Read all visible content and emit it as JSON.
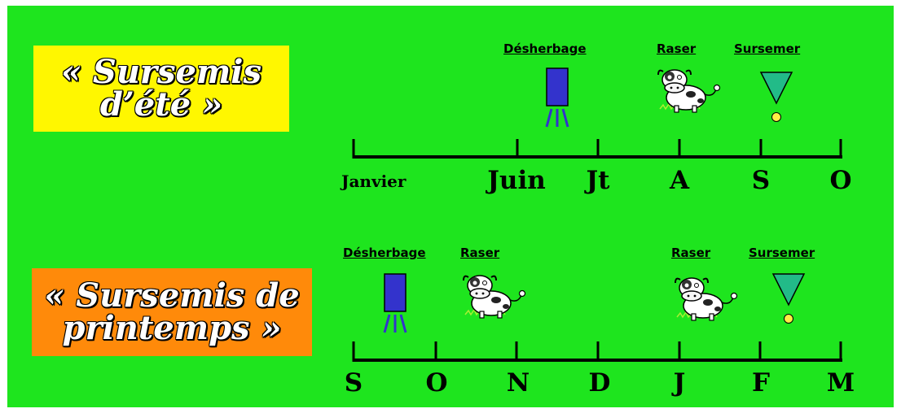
{
  "colors": {
    "background": "#1ee51e",
    "title_ete_bg": "#fff700",
    "title_printemps_bg": "#ff8a0a",
    "herbicide_block": "#3333cc",
    "seed_triangle": "#22bb88",
    "seed_dot": "#ffee44"
  },
  "summer": {
    "title_line1": "« Sursemis",
    "title_line2": "d’été »",
    "activities": {
      "desherbage": "Désherbage",
      "raser": "Raser",
      "sursemer": "Sursemer"
    },
    "months": [
      "Janvier",
      "Juin",
      "Jt",
      "A",
      "S",
      "O"
    ]
  },
  "spring": {
    "title_line1": "« Sursemis de",
    "title_line2": "printemps »",
    "activities": {
      "desherbage": "Désherbage",
      "raser_1": "Raser",
      "raser_2": "Raser",
      "sursemer": "Sursemer"
    },
    "months": [
      "S",
      "O",
      "N",
      "D",
      "J",
      "F",
      "M"
    ]
  },
  "icons": {
    "herbicide": "herbicide-sprayer-icon",
    "cow": "cow-icon",
    "seed": "seed-sowing-icon"
  }
}
